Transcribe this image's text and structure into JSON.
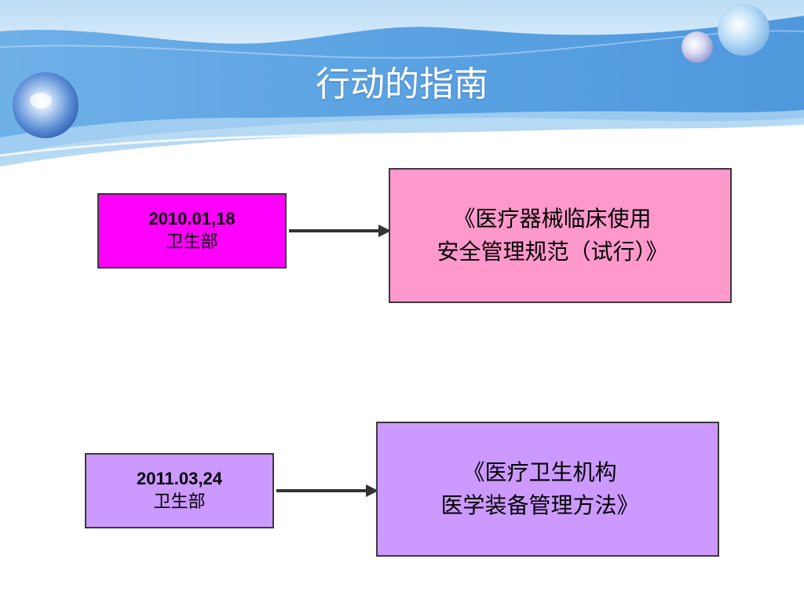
{
  "slide": {
    "title": "行动的指南",
    "colors": {
      "header_band": "#5fa4e0",
      "header_band_light": "#a9d2f2",
      "src_box_1": "#ff00ff",
      "doc_box_1": "#ff99cc",
      "src_box_2": "#cc99ff",
      "doc_box_2": "#cc99ff",
      "border": "#3a3a3a",
      "arrow": "#333333"
    },
    "icons": [
      "glossy-sphere-icon",
      "arrow-right-icon"
    ]
  },
  "flow": [
    {
      "source": {
        "date": "2010.01,18",
        "org": "卫生部"
      },
      "document": {
        "line1": "《医疗器械临床使用",
        "line2": "安全管理规范（试行）》"
      }
    },
    {
      "source": {
        "date": "2011.03,24",
        "org": "卫生部"
      },
      "document": {
        "line1": "《医疗卫生机构",
        "line2": "医学装备管理方法》"
      }
    }
  ]
}
